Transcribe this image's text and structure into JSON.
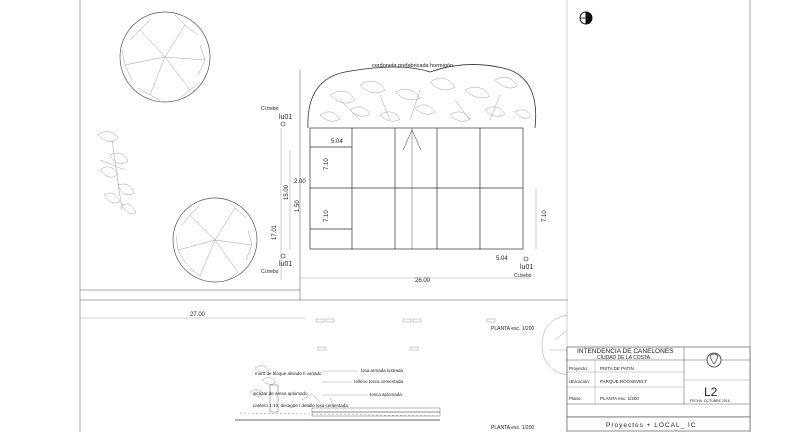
{
  "plan": {
    "border_label": "cordoneta prefabricada hormigón",
    "luminaires": [
      "lu01",
      "lu01",
      "lu01"
    ],
    "luminaire_notes": [
      "Ci.trebo",
      "Ci.trebo",
      "Ci.trebo"
    ],
    "dims": {
      "d_504_top": "5.04",
      "d_710_left": "7.10",
      "d_200": "2.00",
      "d_1500": "15.00",
      "d_150": "1.50",
      "d_710_mid": "7.10",
      "d_1701": "17.01",
      "d_710_right": "7.10",
      "d_504_bottom": "5.04",
      "d_2600": "26.00",
      "d_2700": "27.00"
    },
    "scale_label": "PLANTA  esc. 1/200"
  },
  "section": {
    "notes": [
      "muro de bloque alivado h variado",
      "alcázar de arena aplomado",
      "cantero 1:10, desagüe / detalle losa cementada",
      "losa armada lustrada",
      "relleno tosca cementada",
      "tosca aplomada"
    ],
    "scale_label": "PLANTA  esc. 1/200"
  },
  "title_block": {
    "line1": "INTENDENCIA DE CANELONES",
    "line2": "CIUDAD DE LA COSTA",
    "rows": [
      {
        "label": "Proyecto:",
        "value": "PISTA DE PATIN"
      },
      {
        "label": "Ubicación:",
        "value": "PARQUE ROOSEVELT"
      },
      {
        "label": "Plano:",
        "value": "PLANTA  esc. 1/200"
      }
    ],
    "sheet_number": "L2",
    "sheet_date": "FECHA: OCTUBRE 2016",
    "footer": "Proyectos + LOCAL_ IC"
  }
}
